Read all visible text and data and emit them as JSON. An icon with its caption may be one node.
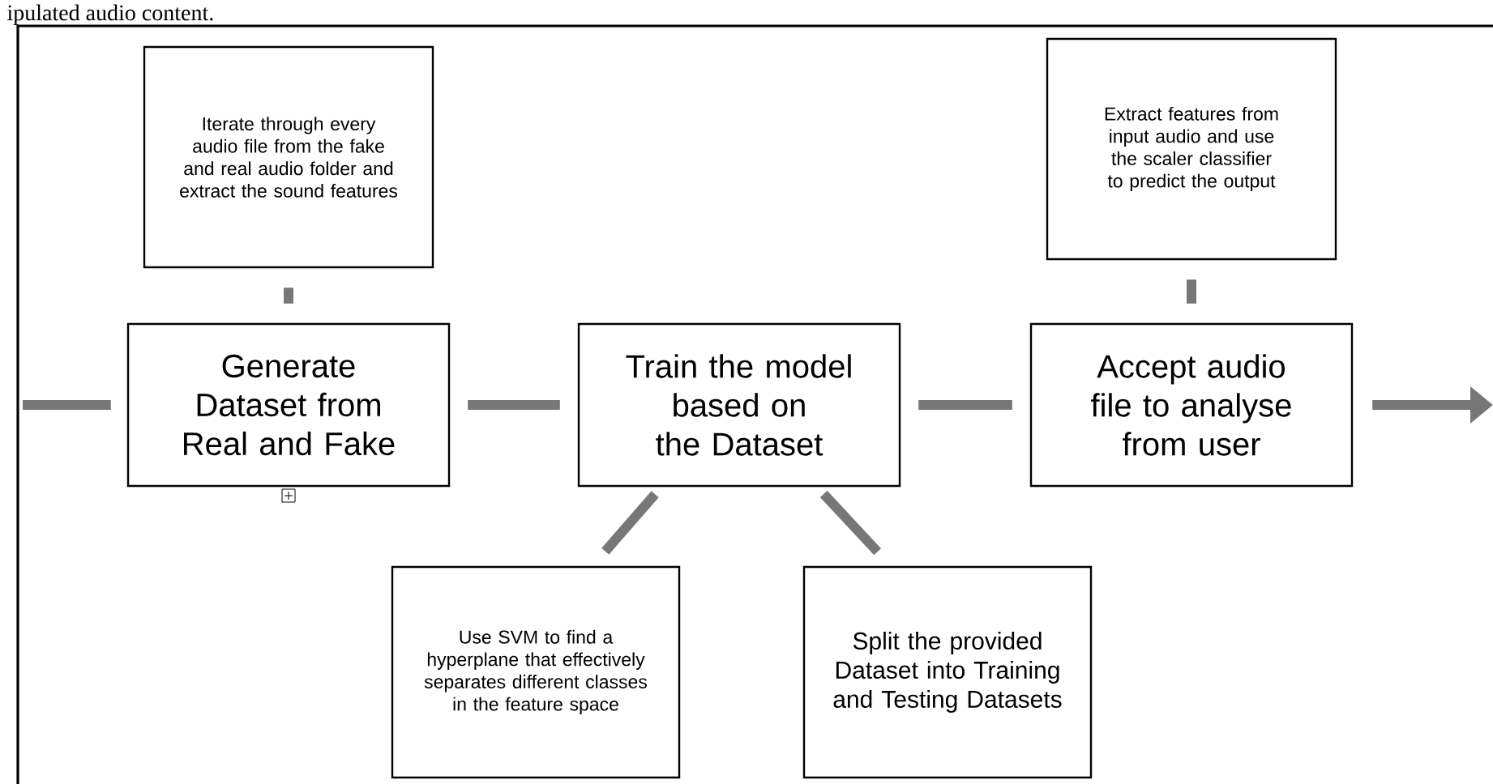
{
  "diagram": {
    "nodes": [
      {
        "text": [
          "Iterate through every audio file from the fake and real audio folder and extract the sound features"
        ]
      },
      {
        "text": [
          "Generate Dataset from Real and Fake"
        ]
      },
      {
        "text": [
          "Train the model based on the Dataset"
        ]
      },
      {
        "text": [
          "Extract features from input audio and use the scaler classifier to predict the output"
        ]
      },
      {
        "text": [
          "Accept audio file to analyse from user"
        ]
      },
      {
        "text": [
          "Use SVM to find a hyperplane that effectively separates different classes in the feature space"
        ]
      },
      {
        "text": [
          "Split the provided Dataset into Training and Testing Datasets"
        ]
      }
    ],
    "edges": [
      {
        "from": null,
        "to": 1,
        "arrow": "none"
      },
      {
        "from": 0,
        "to": 1,
        "arrow": "none"
      },
      {
        "from": 1,
        "to": 2,
        "arrow": "none"
      },
      {
        "from": 2,
        "to": 4,
        "arrow": "none"
      },
      {
        "from": 3,
        "to": 4,
        "arrow": "none"
      },
      {
        "from": 4,
        "to": null,
        "arrow": "to"
      },
      {
        "from": 2,
        "to": 5,
        "arrow": "none"
      },
      {
        "from": 2,
        "to": 6,
        "arrow": "none"
      }
    ],
    "labels": [
      "ipulated audio content."
    ]
  }
}
